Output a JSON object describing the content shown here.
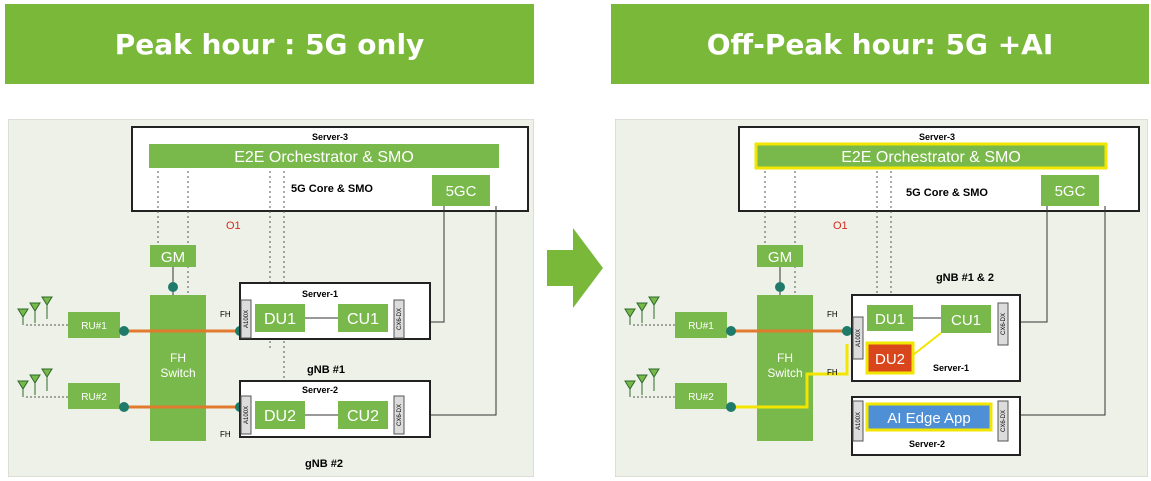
{
  "left": {
    "title": "Peak hour : 5G only",
    "server3_label": "Server-3",
    "orchestrator": "E2E Orchestrator & SMO",
    "core_label": "5G Core & SMO",
    "fivegc": "5GC",
    "o1": "O1",
    "gm": "GM",
    "fh_switch": [
      "FH",
      "Switch"
    ],
    "ru1": "RU#1",
    "ru2": "RU#2",
    "server1_label": "Server-1",
    "server2_label": "Server-2",
    "du1": "DU1",
    "cu1": "CU1",
    "du2": "DU2",
    "cu2": "CU2",
    "gnb1": "gNB #1",
    "gnb2": "gNB #2",
    "fh": "FH",
    "nic_left": "A100X",
    "nic_right": "CX6-DX"
  },
  "right": {
    "title": "Off-Peak hour: 5G +AI",
    "server3_label": "Server-3",
    "orchestrator": "E2E Orchestrator & SMO",
    "core_label": "5G Core & SMO",
    "fivegc": "5GC",
    "o1": "O1",
    "gm": "GM",
    "fh_switch": [
      "FH",
      "Switch"
    ],
    "ru1": "RU#1",
    "ru2": "RU#2",
    "gnb12": "gNB #1 & 2",
    "server1_label": "Server-1",
    "server2_label": "Server-2",
    "du1": "DU1",
    "cu1": "CU1",
    "du2": "DU2",
    "ai_app": "AI Edge App",
    "fh": "FH",
    "nic_left": "A100X",
    "nic_right": "CX6-DX"
  },
  "colors": {
    "banner": "#7ab83a",
    "box_green": "#79b84a",
    "panel_bg": "#eef1e7",
    "fh_link": "#e07a2e",
    "highlight": "#f2e600",
    "du2_red": "#d9461c",
    "ai_blue": "#4e8fd6",
    "dot": "#1f7a6a",
    "o1_red": "#d42a1e"
  }
}
